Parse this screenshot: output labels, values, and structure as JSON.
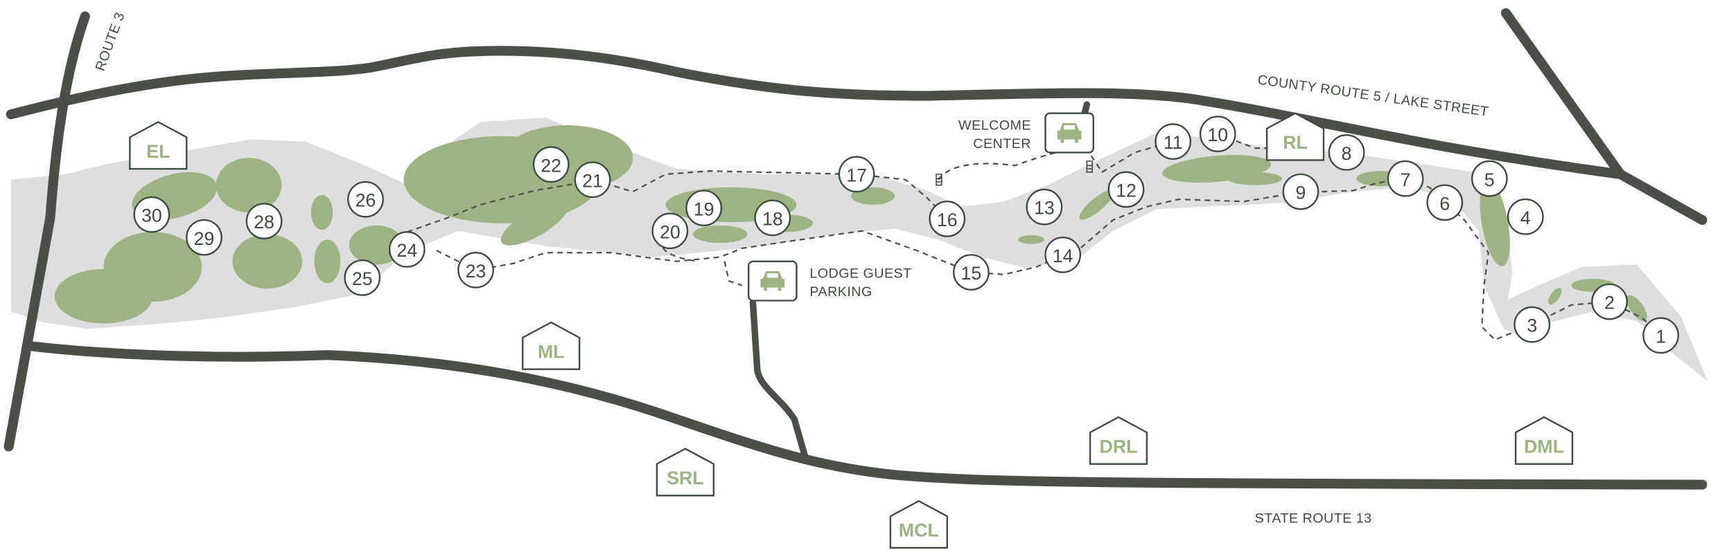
{
  "roads": {
    "route3": "ROUTE 3",
    "county_route": "COUNTY ROUTE 5 / LAKE STREET",
    "state_route": "STATE ROUTE 13"
  },
  "facilities": {
    "welcome_center": {
      "line1": "WELCOME",
      "line2": "CENTER",
      "icon": "car-icon"
    },
    "lodge_parking": {
      "line1": "LODGE GUEST",
      "line2": "PARKING",
      "icon": "car-icon"
    }
  },
  "lodges": [
    "EL",
    "ML",
    "SRL",
    "MCL",
    "DRL",
    "DML",
    "RL"
  ],
  "markers": [
    "1",
    "2",
    "3",
    "4",
    "5",
    "6",
    "7",
    "8",
    "9",
    "10",
    "11",
    "12",
    "13",
    "14",
    "15",
    "16",
    "17",
    "18",
    "19",
    "20",
    "21",
    "22",
    "23",
    "24",
    "25",
    "26",
    "28",
    "29",
    "30"
  ],
  "colors": {
    "road": "#4a4f47",
    "green": "#9db384",
    "water": "#dedede",
    "outline": "#3e4a3e"
  }
}
